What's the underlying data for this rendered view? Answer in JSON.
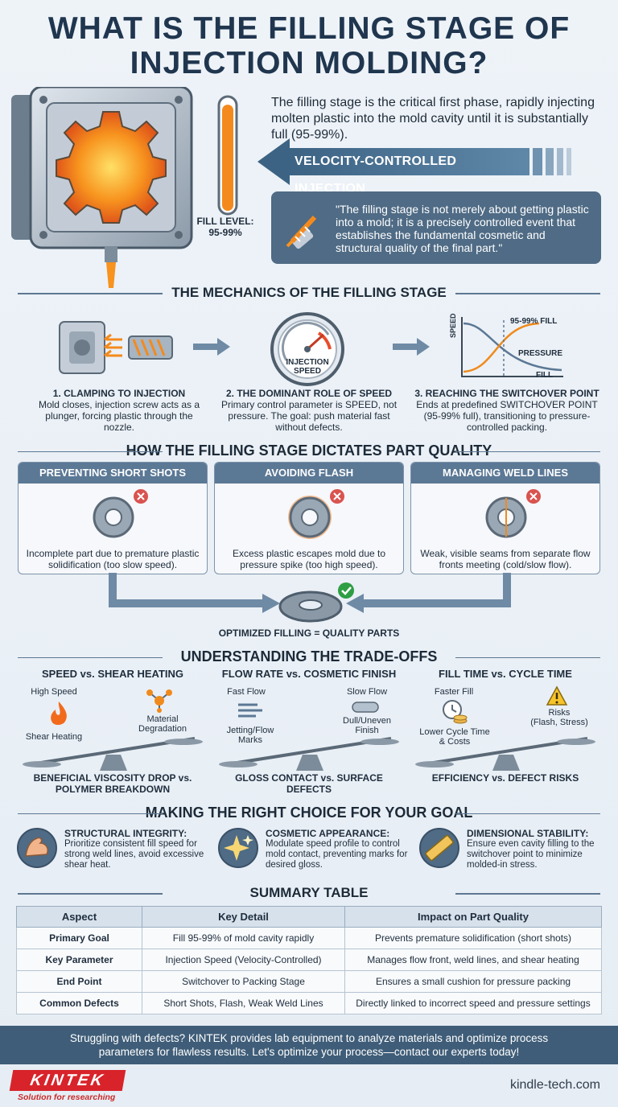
{
  "header": {
    "title": "WHAT IS THE FILLING STAGE OF INJECTION MOLDING?",
    "intro": "The filling stage is the critical first phase, rapidly injecting molten plastic into the mold cavity until it is substantially full (95-99%).",
    "velocity_label": "VELOCITY-CONTROLLED INJECTION",
    "fill_level_label": "FILL LEVEL:",
    "fill_level_value": "95-99%",
    "fill_level_fraction": 0.97,
    "quote": "\"The filling stage is not merely about getting plastic into a mold; it is a precisely controlled event that establishes the fundamental cosmetic and structural quality of the final part.\""
  },
  "mechanics": {
    "heading": "THE MECHANICS OF THE FILLING STAGE",
    "gauge_label_1": "INJECTION",
    "gauge_label_2": "SPEED",
    "graph": {
      "y_label": "SPEED",
      "x_label": "FILL",
      "top_label": "95-99% FILL",
      "pressure_label": "PRESSURE"
    },
    "steps": [
      {
        "title": "1. CLAMPING TO INJECTION",
        "desc": "Mold closes, injection screw acts as a plunger, forcing plastic through the nozzle."
      },
      {
        "title": "2. THE DOMINANT ROLE OF SPEED",
        "desc": "Primary control parameter is SPEED, not pressure. The goal: push material fast without defects."
      },
      {
        "title": "3. REACHING THE SWITCHOVER POINT",
        "desc": "Ends at predefined SWITCHOVER POINT (95-99% full), transitioning to pressure-controlled packing."
      }
    ]
  },
  "quality": {
    "heading": "HOW THE FILLING STAGE DICTATES PART QUALITY",
    "cards": [
      {
        "title": "PREVENTING SHORT SHOTS",
        "desc": "Incomplete part due to premature plastic solidification (too slow speed)."
      },
      {
        "title": "AVOIDING FLASH",
        "desc": "Excess plastic escapes mold due to pressure spike (too high speed)."
      },
      {
        "title": "MANAGING WELD LINES",
        "desc": "Weak, visible seams from separate flow fronts meeting (cold/slow flow)."
      }
    ],
    "result": "OPTIMIZED FILLING = QUALITY PARTS"
  },
  "tradeoffs": {
    "heading": "UNDERSTANDING THE TRADE-OFFS",
    "items": [
      {
        "title": "SPEED vs. SHEAR HEATING",
        "left_top": "High Speed",
        "left_bottom": "Shear Heating",
        "right_top": "Material",
        "right_bottom": "Degradation",
        "foot1": "BENEFICIAL VISCOSITY DROP vs.",
        "foot2": "POLYMER BREAKDOWN"
      },
      {
        "title": "FLOW RATE vs. COSMETIC FINISH",
        "left_top": "Fast Flow",
        "left_bottom": "Jetting/Flow",
        "left_bottom2": "Marks",
        "right_top": "Slow Flow",
        "right_bottom": "Dull/Uneven",
        "right_bottom2": "Finish",
        "foot1": "GLOSS CONTACT vs. SURFACE DEFECTS",
        "foot2": ""
      },
      {
        "title": "FILL TIME vs. CYCLE TIME",
        "left_top": "Faster Fill",
        "left_bottom": "Lower Cycle Time",
        "left_bottom2": "& Costs",
        "right_top": "Risks",
        "right_bottom": "(Flash, Stress)",
        "foot1": "EFFICIENCY vs. DEFECT RISKS",
        "foot2": ""
      }
    ]
  },
  "goals": {
    "heading": "MAKING THE RIGHT CHOICE FOR YOUR GOAL",
    "items": [
      {
        "title": "STRUCTURAL INTEGRITY:",
        "desc": "Prioritize consistent fill speed for strong weld lines, avoid excessive shear heat."
      },
      {
        "title": "COSMETIC APPEARANCE:",
        "desc": "Modulate speed profile to control mold contact, preventing marks for desired gloss."
      },
      {
        "title": "DIMENSIONAL STABILITY:",
        "desc": "Ensure even cavity filling to the switchover point to minimize molded-in stress."
      }
    ]
  },
  "summary": {
    "heading": "SUMMARY TABLE",
    "columns": [
      "Aspect",
      "Key Detail",
      "Impact on Part Quality"
    ],
    "rows": [
      [
        "Primary Goal",
        "Fill 95-99% of mold cavity rapidly",
        "Prevents premature solidification (short shots)"
      ],
      [
        "Key Parameter",
        "Injection Speed (Velocity-Controlled)",
        "Manages flow front, weld lines, and shear heating"
      ],
      [
        "End Point",
        "Switchover to Packing Stage",
        "Ensures a small cushion for pressure packing"
      ],
      [
        "Common Defects",
        "Short Shots, Flash, Weak Weld Lines",
        "Directly linked to incorrect speed and pressure settings"
      ]
    ]
  },
  "footer": {
    "cta_line1": "Struggling with defects? KINTEK provides lab equipment to analyze materials and optimize process",
    "cta_line2": "parameters for flawless results. Let's optimize your process—contact our experts today!",
    "logo": "KINTEK",
    "tagline": "Solution for researching",
    "site": "kindle-tech.com"
  },
  "colors": {
    "navy": "#20364f",
    "slate": "#5b7895",
    "orange": "#f08a1c",
    "red_x": "#d9534f",
    "green_check": "#2e9e44",
    "brand_red": "#d8232a"
  }
}
